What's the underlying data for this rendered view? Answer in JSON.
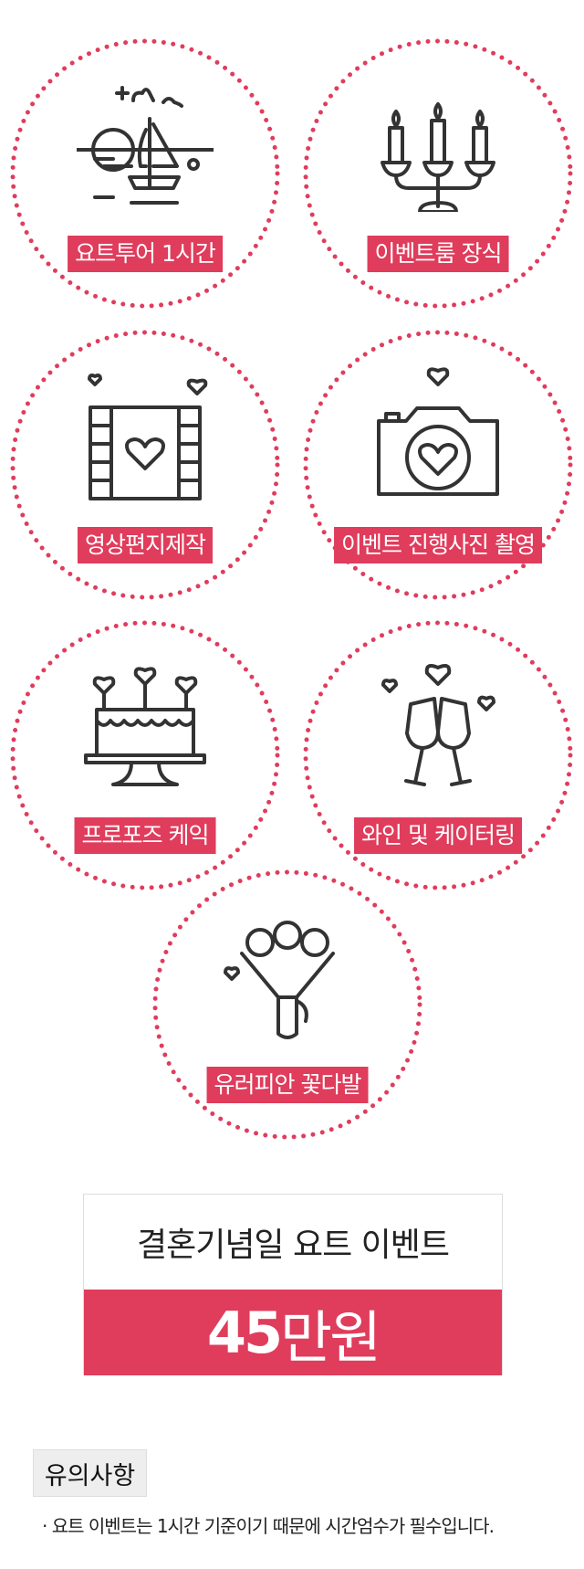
{
  "services": [
    {
      "label": "요트투어 1시간",
      "icon": "sailboat-icon"
    },
    {
      "label": "이벤트룸 장식",
      "icon": "candelabra-icon"
    },
    {
      "label": "영상편지제작",
      "icon": "film-heart-icon"
    },
    {
      "label": "이벤트 진행사진 촬영",
      "icon": "camera-heart-icon"
    },
    {
      "label": "프로포즈 케익",
      "icon": "cake-icon"
    },
    {
      "label": "와인 및 케이터링",
      "icon": "wine-glasses-icon"
    },
    {
      "label": "유러피안 꽃다발",
      "icon": "bouquet-icon"
    }
  ],
  "price": {
    "title": "결혼기념일 요트 이벤트",
    "amount": "45",
    "unit": "만원"
  },
  "notice": {
    "title": "유의사항",
    "items": [
      "· 요트 이벤트는 1시간 기준이기 때문에 시간엄수가 필수입니다."
    ]
  },
  "colors": {
    "accent": "#e03c5c",
    "icon": "#333333"
  }
}
